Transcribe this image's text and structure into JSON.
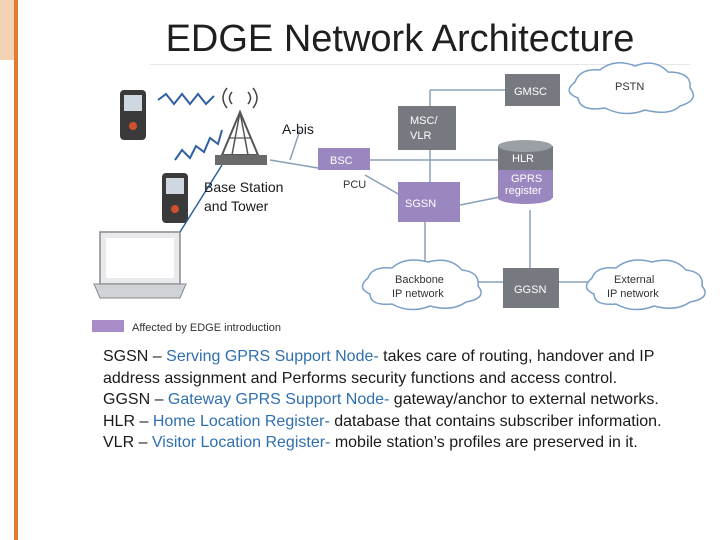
{
  "title": "EDGE Network Architecture",
  "colors": {
    "accent_orange": "#e37b2c",
    "node_gray": "#767a80",
    "node_purple": "#9a87bf",
    "term_blue": "#2f6fb0",
    "legend_purple": "#a88cc8"
  },
  "nodes": {
    "gmsc": "GMSC",
    "pstn": "PSTN",
    "msc_vlr_line1": "MSC/",
    "msc_vlr_line2": "VLR",
    "hlr": "HLR",
    "bsc": "BSC",
    "pcu": "PCU",
    "gprs_register_line1": "GPRS",
    "gprs_register_line2": "register",
    "sgsn": "SGSN",
    "backbone_line1": "Backbone",
    "backbone_line2": "IP network",
    "ggsn": "GGSN",
    "external_line1": "External",
    "external_line2": "IP network"
  },
  "labels": {
    "abis": "A-bis",
    "base_station_line1": "Base Station",
    "base_station_line2": "and Tower"
  },
  "legend": {
    "text": "Affected by EDGE introduction",
    "icon": "purple-swatch"
  },
  "icons": {
    "mobile_phone_1": "mobile-phone-icon",
    "mobile_phone_2": "mobile-phone-icon",
    "laptop": "laptop-icon",
    "tower": "radio-tower-icon"
  },
  "descriptions": [
    {
      "term": "SGSN",
      "sep": " – ",
      "expansion": "Serving GPRS Support Node-",
      "text": " takes care of routing, handover and IP address assignment and Performs security functions and access control."
    },
    {
      "term": "GGSN",
      "sep": " – ",
      "expansion": "Gateway GPRS Support Node-",
      "text": "  gateway/anchor to external networks."
    },
    {
      "term": "HLR",
      "sep": " – ",
      "expansion": "Home Location Register-",
      "text": " database that contains subscriber information."
    },
    {
      "term": "VLR",
      "sep": " – ",
      "expansion": "Visitor Location Register-",
      "text": " mobile station’s profiles are preserved in it."
    }
  ]
}
